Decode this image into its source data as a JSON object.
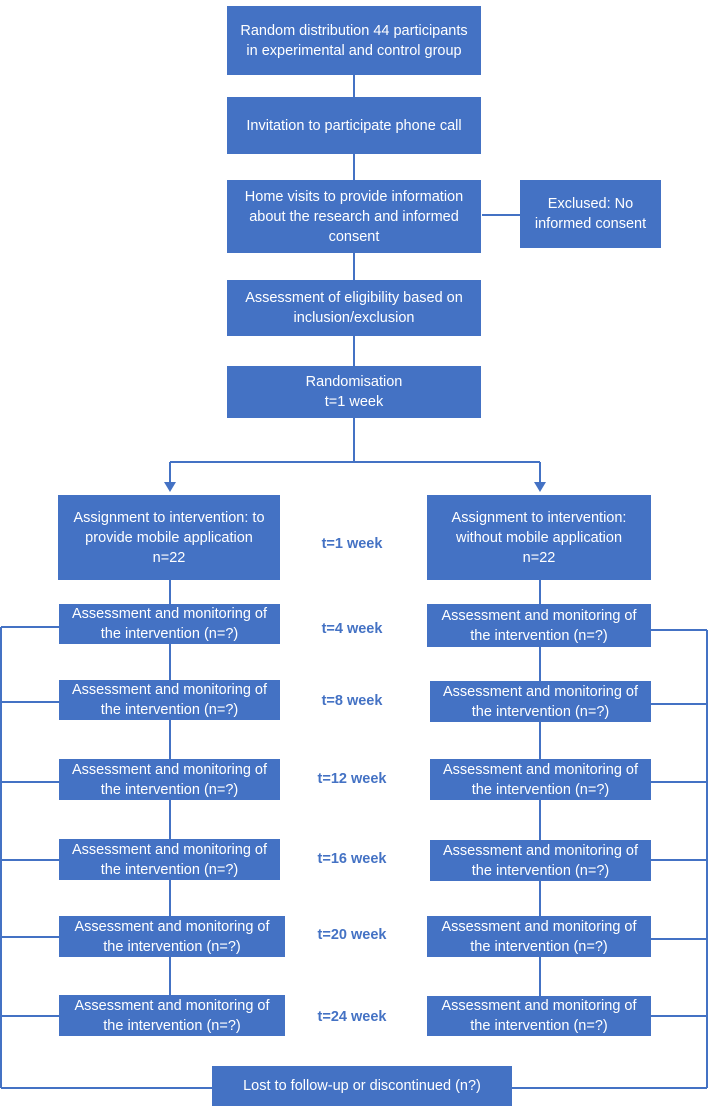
{
  "boxes": {
    "random_distribution": "Random distribution 44 participants in experimental and control group",
    "invitation": "Invitation to participate phone call",
    "home_visits": "Home visits to provide information about the research and informed consent",
    "excluded": "Exclused: No informed consent",
    "eligibility": "Assessment of eligibility based on inclusion/exclusion",
    "randomisation_title": "Randomisation",
    "randomisation_time": "t=1 week",
    "assign_left_text": "Assignment to intervention: to provide mobile application",
    "assign_left_n": "n=22",
    "assign_right_text": "Assignment to intervention: without mobile application",
    "assign_right_n": "n=22",
    "assessment_label": "Assessment and monitoring of the intervention (n=?)",
    "lost": "Lost to follow-up or discontinued (n?)"
  },
  "timepoints": [
    "t=1 week",
    "t=4 week",
    "t=8 week",
    "t=12 week",
    "t=16 week",
    "t=20 week",
    "t=24 week"
  ],
  "colors": {
    "box_fill": "#4472c4",
    "line": "#4472c4",
    "time_text": "#4472c4"
  }
}
